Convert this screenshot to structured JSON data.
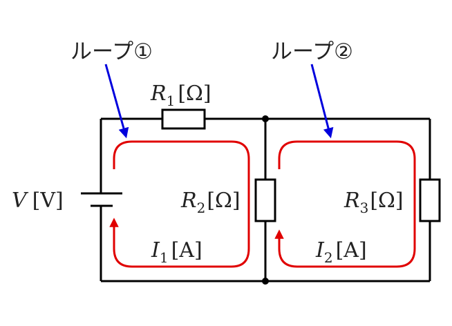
{
  "loops": [
    {
      "label": "ループ①"
    },
    {
      "label": "ループ②"
    }
  ],
  "components": {
    "source": {
      "symbol": "V",
      "unit": "[V]"
    },
    "r1": {
      "symbol": "R",
      "sub": "1",
      "unit": "[Ω]"
    },
    "r2": {
      "symbol": "R",
      "sub": "2",
      "unit": "[Ω]"
    },
    "r3": {
      "symbol": "R",
      "sub": "3",
      "unit": "[Ω]"
    }
  },
  "currents": {
    "i1": {
      "symbol": "I",
      "sub": "1",
      "unit": "[A]"
    },
    "i2": {
      "symbol": "I",
      "sub": "2",
      "unit": "[A]"
    }
  },
  "colors": {
    "wire": "#000000",
    "loop": "#e00000",
    "pointer": "#0000dd",
    "text": "#222222"
  }
}
